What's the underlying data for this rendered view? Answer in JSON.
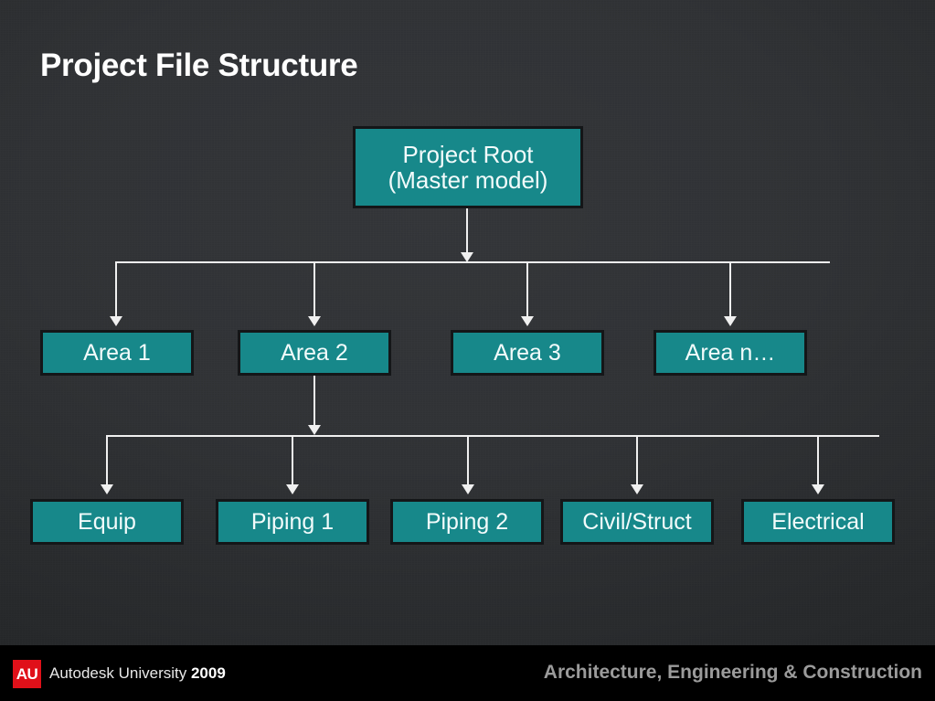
{
  "slide": {
    "title": "Project File Structure",
    "background_color": "#2e3033",
    "node_fill_color": "#17888a",
    "node_border_color": "#141618",
    "connector_color": "#f0f0f0",
    "text_color": "#ffffff"
  },
  "diagram": {
    "root": {
      "label": "Project Root\n(Master model)"
    },
    "level1": [
      {
        "label": "Area 1"
      },
      {
        "label": "Area 2"
      },
      {
        "label": "Area 3"
      },
      {
        "label": "Area n…"
      }
    ],
    "level2_parent": "Area 2",
    "level2": [
      {
        "label": "Equip"
      },
      {
        "label": "Piping 1"
      },
      {
        "label": "Piping 2"
      },
      {
        "label": "Civil/Struct"
      },
      {
        "label": "Electrical"
      }
    ]
  },
  "footer": {
    "logo_text": "AU",
    "brand_name": "Autodesk University",
    "brand_year": "2009",
    "track": "Architecture, Engineering & Construction",
    "logo_color": "#e01019"
  }
}
